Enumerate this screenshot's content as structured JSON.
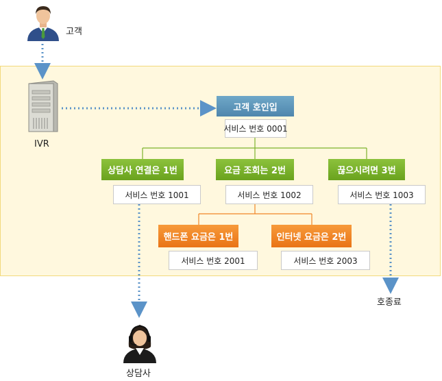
{
  "actors": {
    "customer": "고객",
    "ivr": "IVR",
    "agent": "상담사",
    "end_call": "호종료"
  },
  "root": {
    "title": "고객 호인입",
    "service": "서비스 번호 0001"
  },
  "level1": [
    {
      "title": "상담사 연결은 1번",
      "service": "서비스 번호 1001"
    },
    {
      "title": "요금 조회는 2번",
      "service": "서비스 번호 1002"
    },
    {
      "title": "끊으시려면 3번",
      "service": "서비스 번호 1003"
    }
  ],
  "level2": [
    {
      "title": "핸드폰 요금은 1번",
      "service": "서비스 번호 2001"
    },
    {
      "title": "인터넷 요금은 2번",
      "service": "서비스 번호 2003"
    }
  ],
  "colors": {
    "root": "#5b93b8",
    "option": "#7cb32c",
    "sub_option": "#f08527",
    "panel": "#fff8de",
    "connector_dotted": "#5b93c8"
  }
}
